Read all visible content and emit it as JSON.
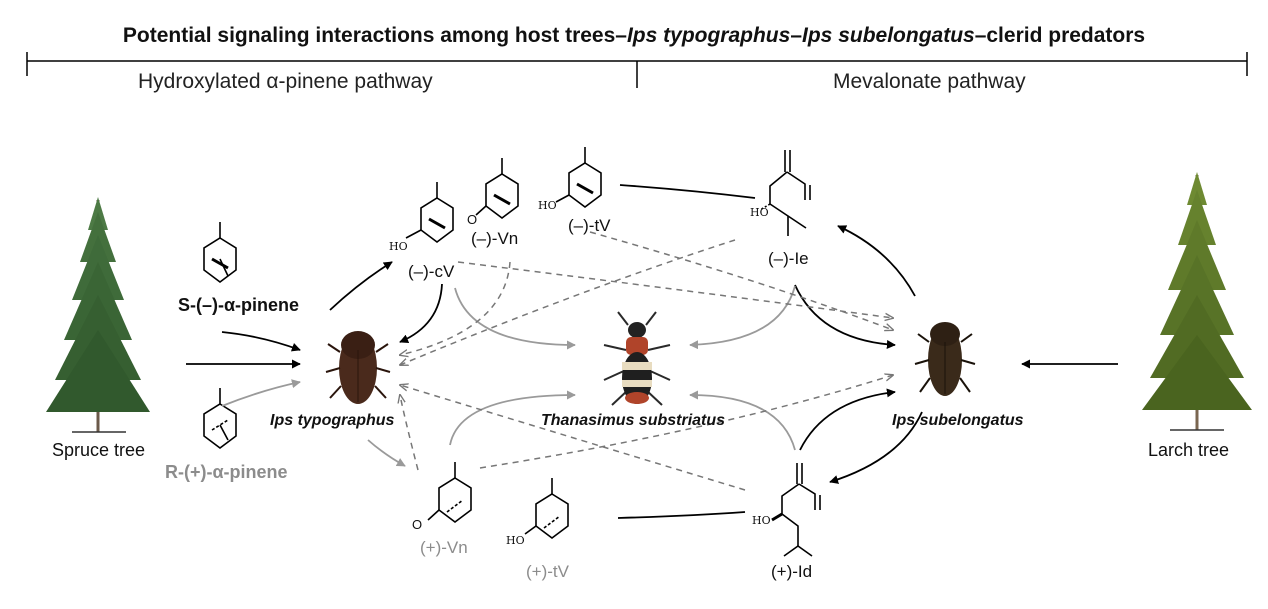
{
  "title": {
    "part1": "Potential signaling interactions among host trees–",
    "ital1": "Ips typographus",
    "dash1": "–",
    "ital2": "Ips subelongatus",
    "part2": "–clerid predators"
  },
  "pathways": {
    "left": "Hydroxylated α-pinene pathway",
    "right": "Mevalonate pathway"
  },
  "trees": {
    "spruce": "Spruce tree",
    "larch": "Larch tree"
  },
  "precursors": {
    "s_pinene": "S-(–)-α-pinene",
    "r_pinene": "R-(+)-α-pinene"
  },
  "compounds": {
    "minus_cV": "(–)-cV",
    "minus_Vn": "(–)-Vn",
    "minus_tV": "(–)-tV",
    "minus_Ie": "(–)-Ie",
    "plus_Vn": "(+)-Vn",
    "plus_tV": "(+)-tV",
    "plus_Id": "(+)-Id"
  },
  "atoms": {
    "ho": "HO",
    "o": "O"
  },
  "insects": {
    "typographus": "Ips typographus",
    "thanasimus": "Thanasimus substriatus",
    "subelongatus": "Ips subelongatus"
  },
  "colors": {
    "black_arrow": "#000000",
    "gray_arrow": "#9a9a9a",
    "dashed_arrow": "#777777",
    "spruce_green": "#3f6b3a",
    "larch_green": "#5f7a2a",
    "beetle_brown": "#4a2a1c"
  }
}
